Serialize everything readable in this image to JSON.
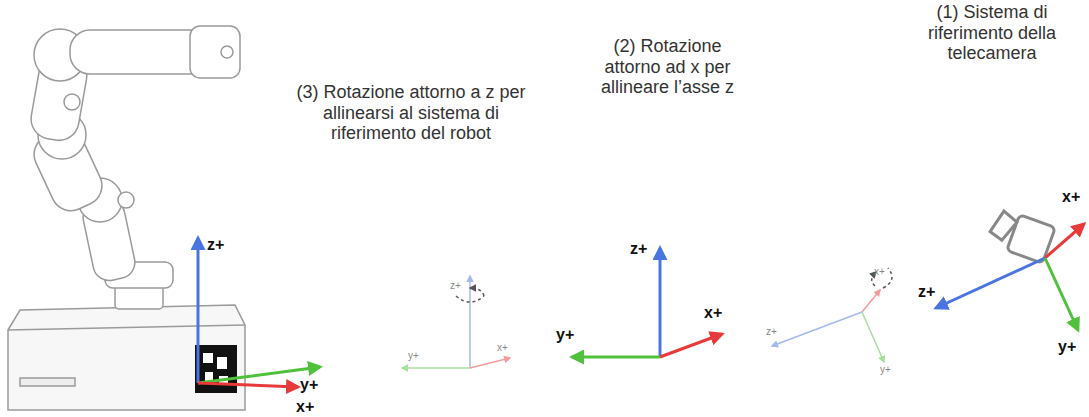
{
  "diagram": {
    "labels": [
      "z+",
      "y+",
      "x+",
      "(3) Rotazione attorno a z per allinearsi al sistema di riferimento del robot",
      "z+",
      "y+",
      "x+",
      "(2) Rotazione attorno ad x per allineare l’asse z",
      "z+",
      "y+",
      "x+",
      "x+",
      "z+",
      "y+",
      "(1) Sistema di riferimento della telecamera",
      "x+",
      "z+",
      "y+"
    ]
  }
}
